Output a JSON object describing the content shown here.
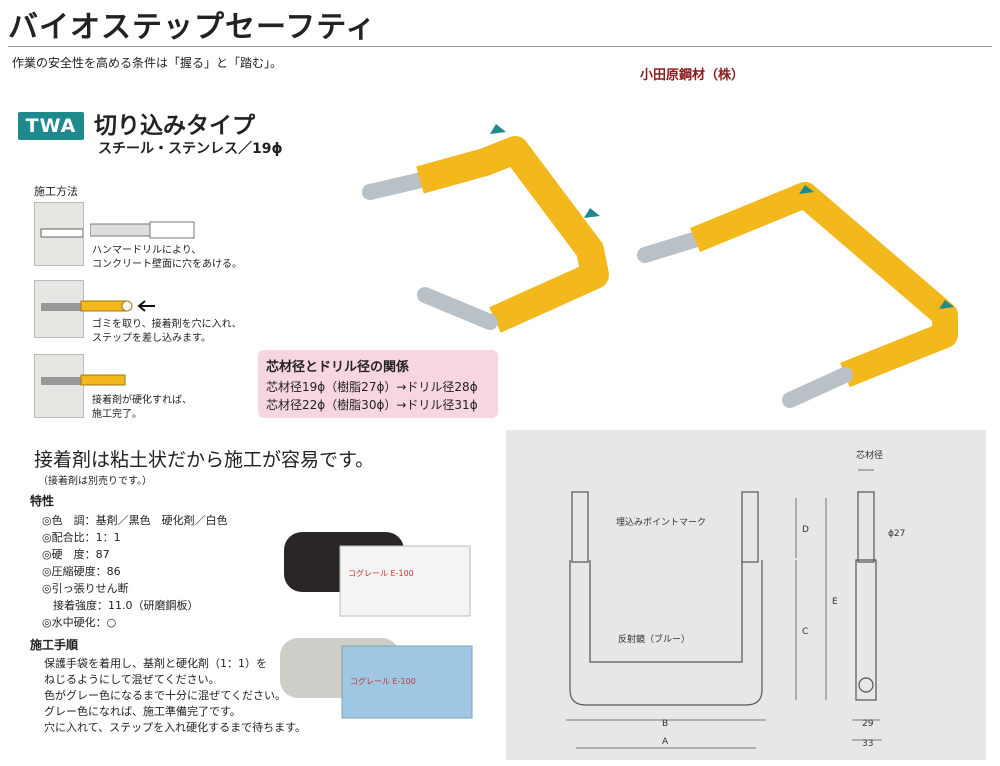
{
  "header": {
    "title": "バイオステップセーフティ",
    "subtitle": "作業の安全性を高める条件は「握る」と「踏む」。",
    "company": "小田原鋼材（株）"
  },
  "product": {
    "badge": "TWA",
    "type": "切り込みタイプ",
    "spec": "スチール・ステンレス／19ϕ"
  },
  "method": {
    "label": "施工方法",
    "steps": [
      {
        "line1": "ハンマードリルにより、",
        "line2": "コンクリート壁面に穴をあける。"
      },
      {
        "line1": "ゴミを取り、接着剤を穴に入れ、",
        "line2": "ステップを差し込みます。"
      },
      {
        "line1": "接着剤が硬化すれば、",
        "line2": "施工完了。"
      }
    ]
  },
  "drill": {
    "title": "芯材径とドリル径の関係",
    "line1": "芯材径19ϕ（樹脂27ϕ）→ドリル径28ϕ",
    "line2": "芯材径22ϕ（樹脂30ϕ）→ドリル径31ϕ"
  },
  "adhesive": {
    "headline": "接着剤は粘土状だから施工が容易です。",
    "note": "（接着剤は別売りです。）",
    "props_title": "特性",
    "props": [
      "◎色　調：基剤／黒色　硬化剤／白色",
      "◎配合比：1：1",
      "◎硬　度：87",
      "◎圧縮硬度：86",
      "◎引っ張りせん断",
      "　接着強度：11.0（研磨鋼板）",
      "◎水中硬化：○"
    ],
    "proc_title": "施工手順",
    "procedure": [
      "保護手袋を着用し、基剤と硬化剤（1：1）を",
      "ねじるようにして混ぜてください。",
      "色がグレー色になるまで十分に混ぜてください。",
      "グレー色になれば、施工準備完了です。",
      "穴に入れて、ステップを入れ硬化するまで待ちます。"
    ],
    "package1": "コグレール E-100",
    "package2": "コグレール E-100"
  },
  "diagram": {
    "core_label": "芯材径",
    "phi": "ϕ27",
    "marker": "埋込みポイントマーク",
    "reflector": "反射鏡（ブルー）",
    "D": "D",
    "C": "C",
    "E": "E",
    "B": "B",
    "A": "A",
    "w29": "29",
    "w33": "33"
  },
  "colors": {
    "step_yellow": "#f2b81c",
    "badge_teal": "#1e8a8e",
    "company_red": "#8a1c1c",
    "pink_box": "#f7d6e0"
  }
}
